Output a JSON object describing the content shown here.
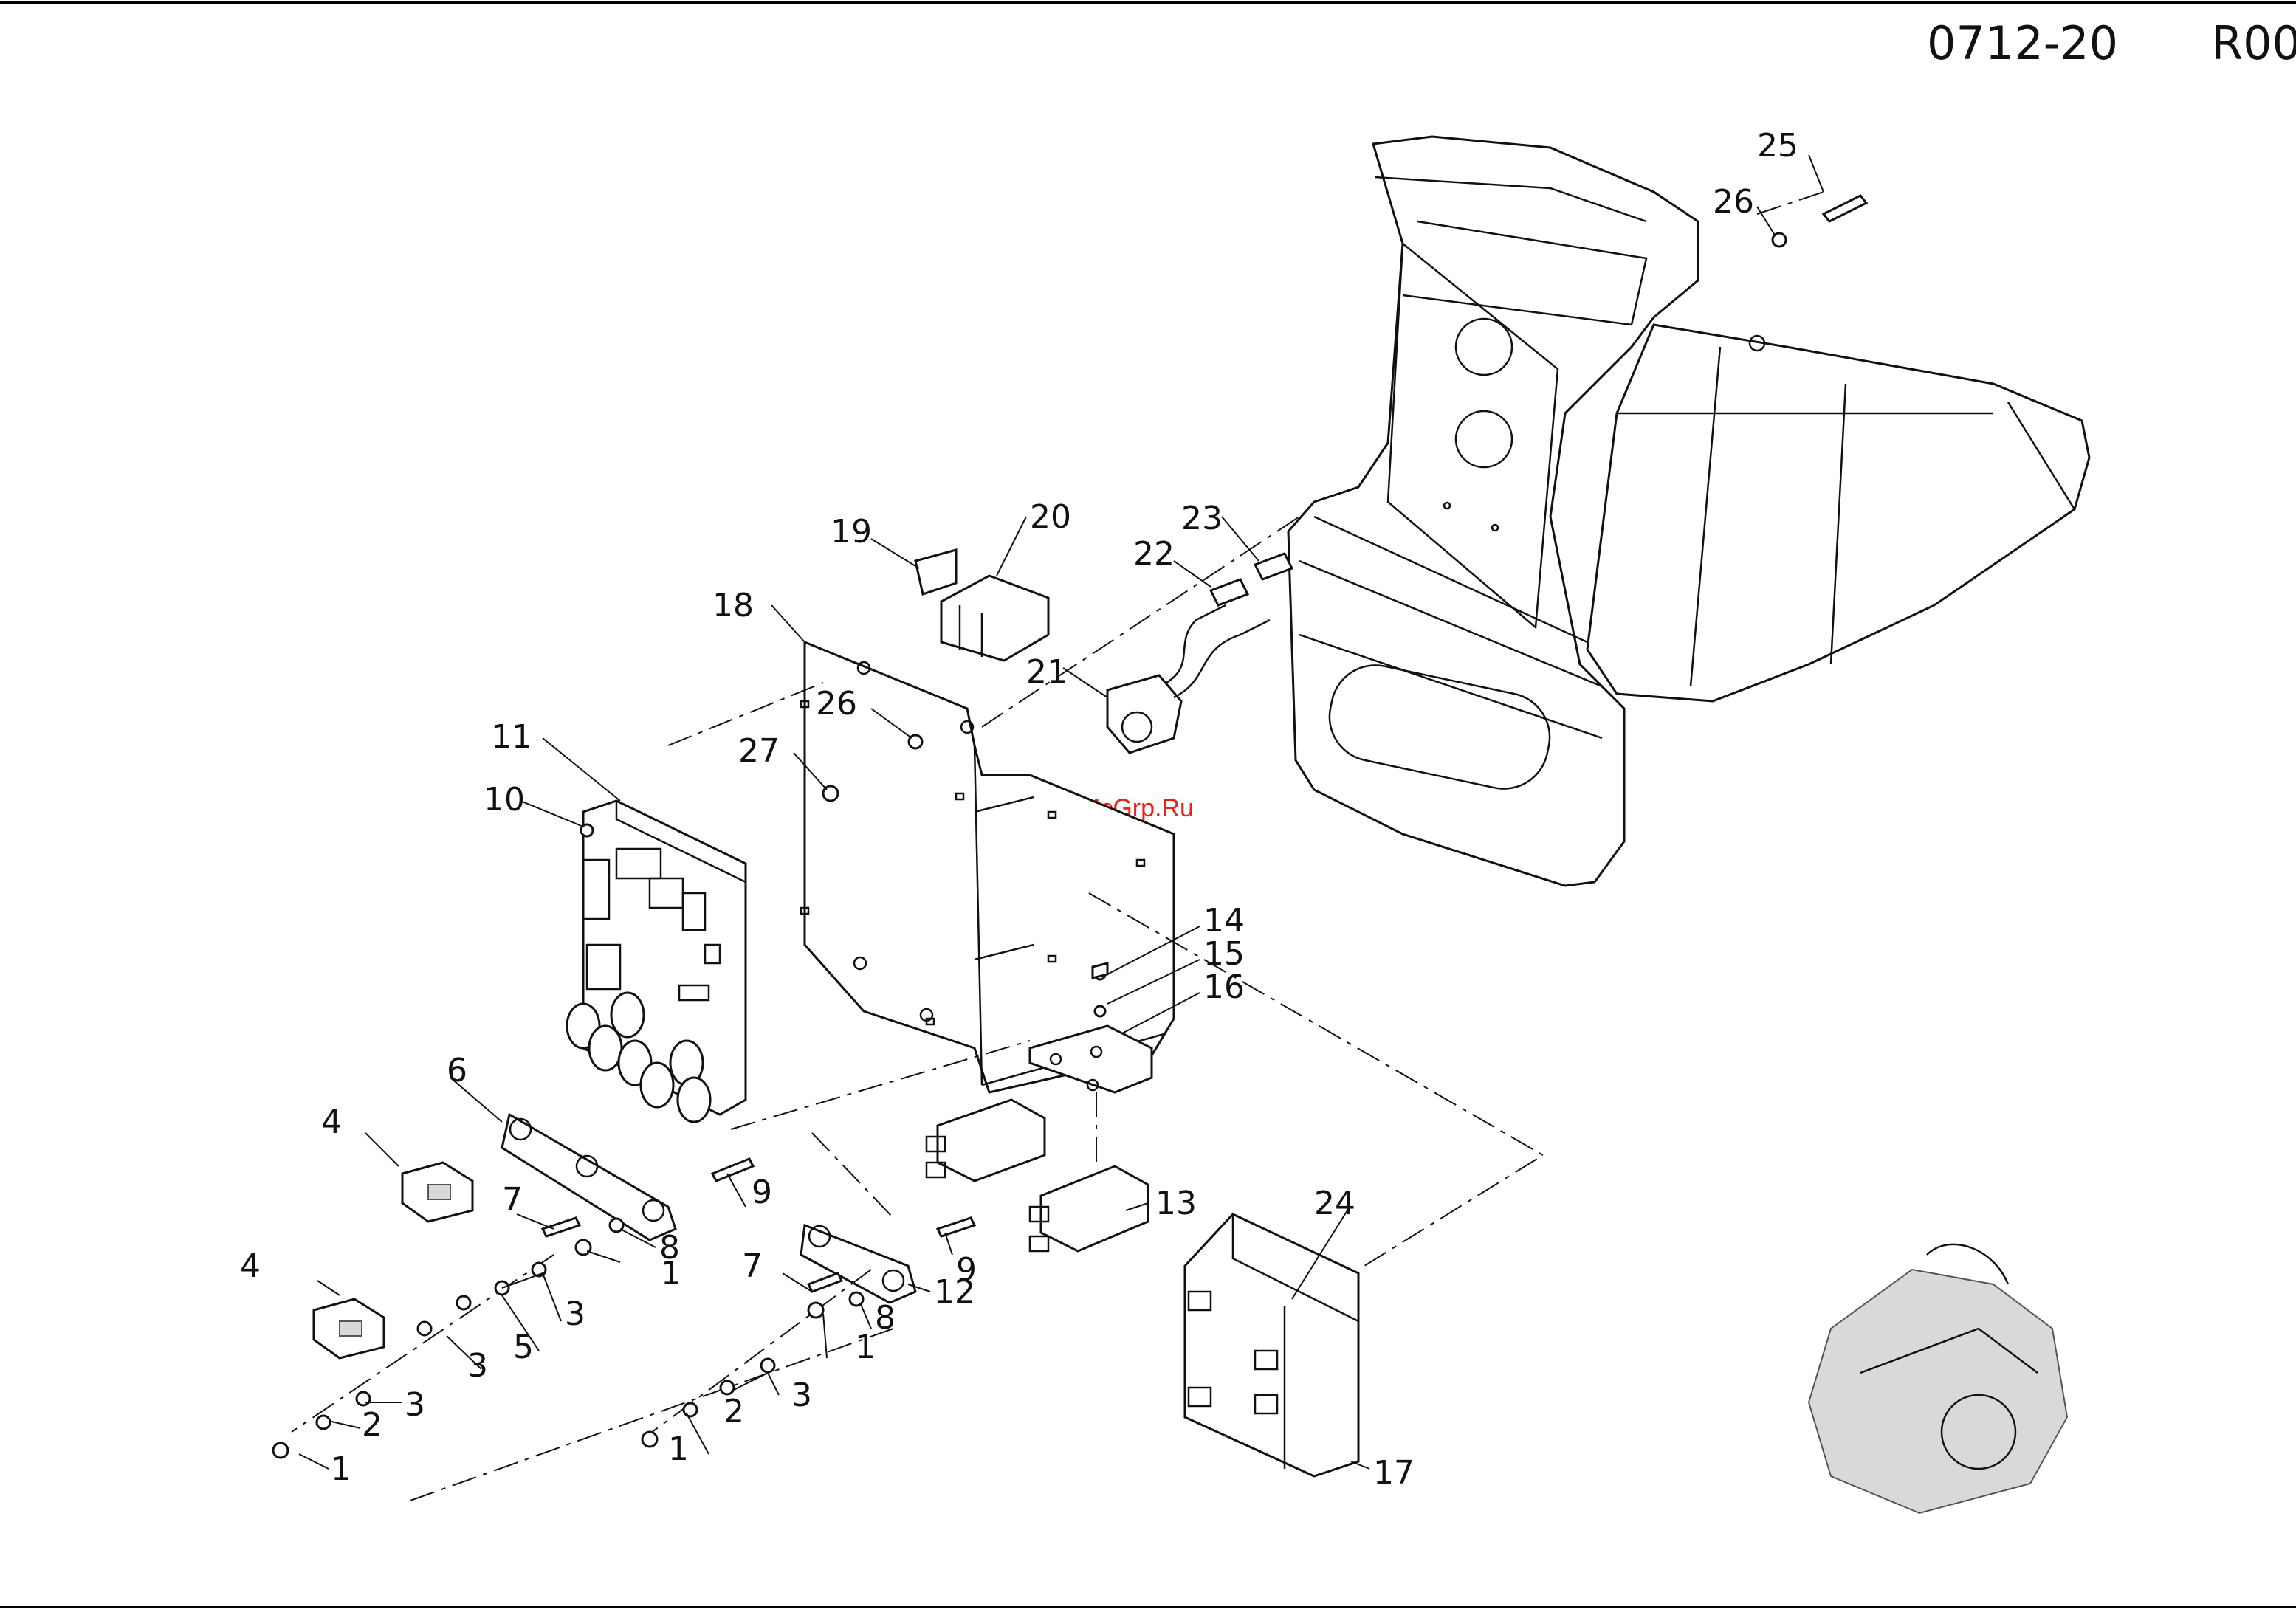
{
  "header": {
    "drawing_code": "0712-20",
    "revision": "R00"
  },
  "watermark": "McGrp.Ru",
  "callouts": [
    {
      "id": "c1a",
      "label": "1"
    },
    {
      "id": "c1b",
      "label": "1"
    },
    {
      "id": "c1c",
      "label": "1"
    },
    {
      "id": "c1d",
      "label": "1"
    },
    {
      "id": "c2a",
      "label": "2"
    },
    {
      "id": "c2b",
      "label": "2"
    },
    {
      "id": "c3a",
      "label": "3"
    },
    {
      "id": "c3b",
      "label": "3"
    },
    {
      "id": "c3c",
      "label": "3"
    },
    {
      "id": "c3d",
      "label": "3"
    },
    {
      "id": "c4a",
      "label": "4"
    },
    {
      "id": "c4b",
      "label": "4"
    },
    {
      "id": "c5",
      "label": "5"
    },
    {
      "id": "c6",
      "label": "6"
    },
    {
      "id": "c7a",
      "label": "7"
    },
    {
      "id": "c7b",
      "label": "7"
    },
    {
      "id": "c8a",
      "label": "8"
    },
    {
      "id": "c8b",
      "label": "8"
    },
    {
      "id": "c9a",
      "label": "9"
    },
    {
      "id": "c9b",
      "label": "9"
    },
    {
      "id": "c10",
      "label": "10"
    },
    {
      "id": "c11",
      "label": "11"
    },
    {
      "id": "c12",
      "label": "12"
    },
    {
      "id": "c13",
      "label": "13"
    },
    {
      "id": "c14",
      "label": "14"
    },
    {
      "id": "c15",
      "label": "15"
    },
    {
      "id": "c16",
      "label": "16"
    },
    {
      "id": "c17",
      "label": "17"
    },
    {
      "id": "c18",
      "label": "18"
    },
    {
      "id": "c19",
      "label": "19"
    },
    {
      "id": "c20",
      "label": "20"
    },
    {
      "id": "c21",
      "label": "21"
    },
    {
      "id": "c22",
      "label": "22"
    },
    {
      "id": "c23",
      "label": "23"
    },
    {
      "id": "c24",
      "label": "24"
    },
    {
      "id": "c25",
      "label": "25"
    },
    {
      "id": "c26a",
      "label": "26"
    },
    {
      "id": "c26b",
      "label": "26"
    },
    {
      "id": "c27",
      "label": "27"
    }
  ]
}
